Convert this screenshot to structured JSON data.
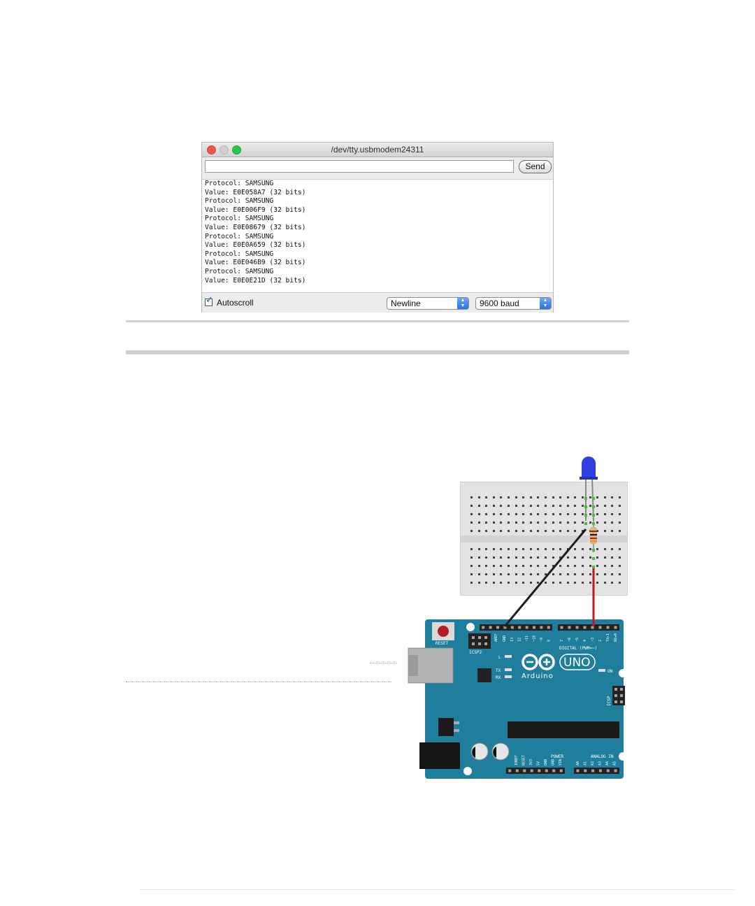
{
  "serial_monitor": {
    "title": "/dev/tty.usbmodem24311",
    "send_input_value": "",
    "send_label": "Send",
    "output_lines": [
      "Protocol: SAMSUNG",
      "Value: E0E058A7 (32 bits)",
      "Protocol: SAMSUNG",
      "Value: E0E006F9 (32 bits)",
      "Protocol: SAMSUNG",
      "Value: E0E08679 (32 bits)",
      "Protocol: SAMSUNG",
      "Value: E0E0A659 (32 bits)",
      "Protocol: SAMSUNG",
      "Value: E0E046B9 (32 bits)",
      "Protocol: SAMSUNG",
      "Value: E0E0E21D (32 bits)"
    ],
    "autoscroll_label": "Autoscroll",
    "autoscroll_checked": true,
    "line_ending_selected": "Newline",
    "baud_selected": "9600 baud"
  },
  "arduino": {
    "reset_label": "RESET",
    "icsp2_label": "ICSP2",
    "aref_label": "AREF",
    "gnd_label": "GND",
    "digital_label": "DIGITAL (PWM=~)",
    "uno_label": "UNO",
    "brand_label": "Arduino",
    "on_label": "ON",
    "l_label": "L",
    "tx_label": "TX",
    "rx_label": "RX",
    "icsp_label": "ICSP",
    "power_label": "POWER",
    "analog_label": "ANALOG IN",
    "top_pins": [
      "13",
      "12",
      "~11",
      "~10",
      "~9",
      "8"
    ],
    "top_pins2": [
      "7",
      "~6",
      "~5",
      "4",
      "~3",
      "2",
      "TX▸1",
      "RX◂0"
    ],
    "power_pins": [
      "IOREF",
      "RESET",
      "3V3",
      "5V",
      "GND",
      "GND",
      "VIN"
    ],
    "analog_pins": [
      "A0",
      "A1",
      "A2",
      "A3",
      "A4",
      "A5"
    ]
  },
  "colors": {
    "board": "#1f7e9c",
    "wire_black": "#1c1c1c",
    "wire_red": "#c8161d",
    "led": "#2f3fe0",
    "reset_button": "#b01e24"
  }
}
